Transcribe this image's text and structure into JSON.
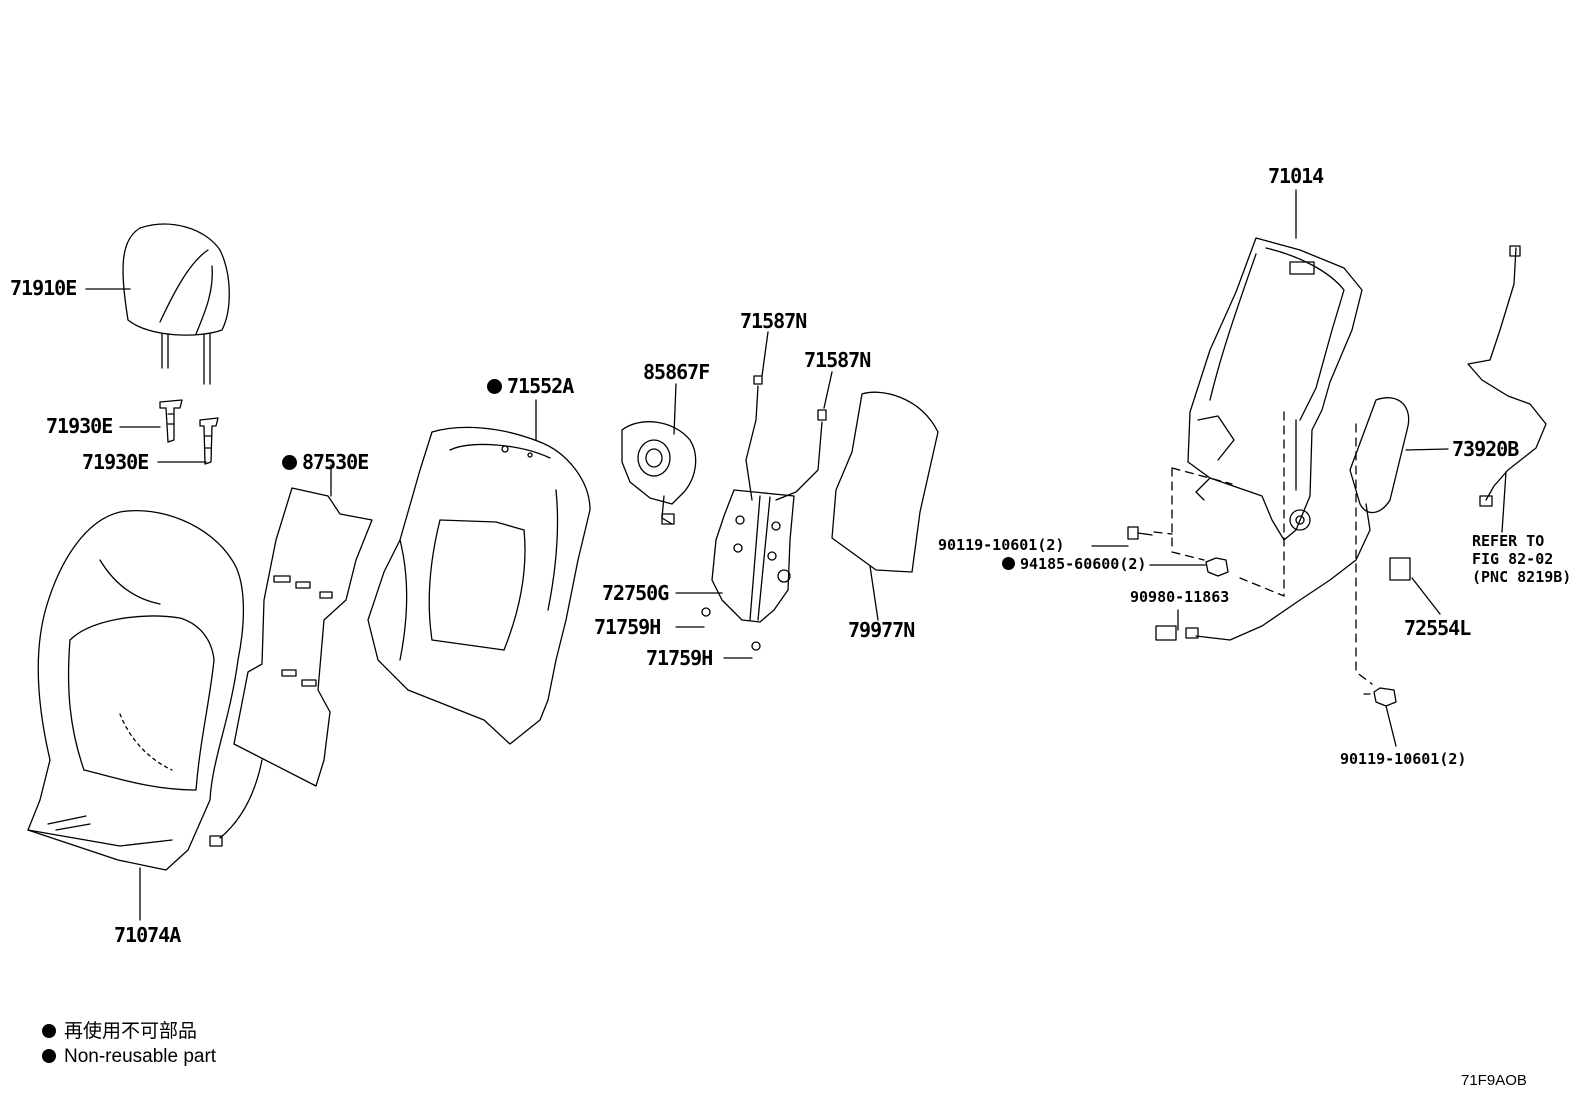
{
  "labels": {
    "p71910E": "71910E",
    "p71930E_a": "71930E",
    "p71930E_b": "71930E",
    "p87530E": "87530E",
    "p71552A": "71552A",
    "p85867F": "85867F",
    "p71587N_a": "71587N",
    "p71587N_b": "71587N",
    "p72750G": "72750G",
    "p71759H_a": "71759H",
    "p71759H_b": "71759H",
    "p79977N": "79977N",
    "p71014": "71014",
    "p73920B": "73920B",
    "p90119_a": "90119-10601(2)",
    "p94185": "94185-60600(2)",
    "p90980": "90980-11863",
    "p72554L": "72554L",
    "p90119_b": "90119-10601(2)",
    "p71074A": "71074A"
  },
  "refer_note": "REFER TO\nFIG 82-02\n(PNC 8219B)",
  "legend": {
    "jp": "再使用不可部品",
    "en": "Non-reusable part"
  },
  "figure_code": "71F9AOB"
}
